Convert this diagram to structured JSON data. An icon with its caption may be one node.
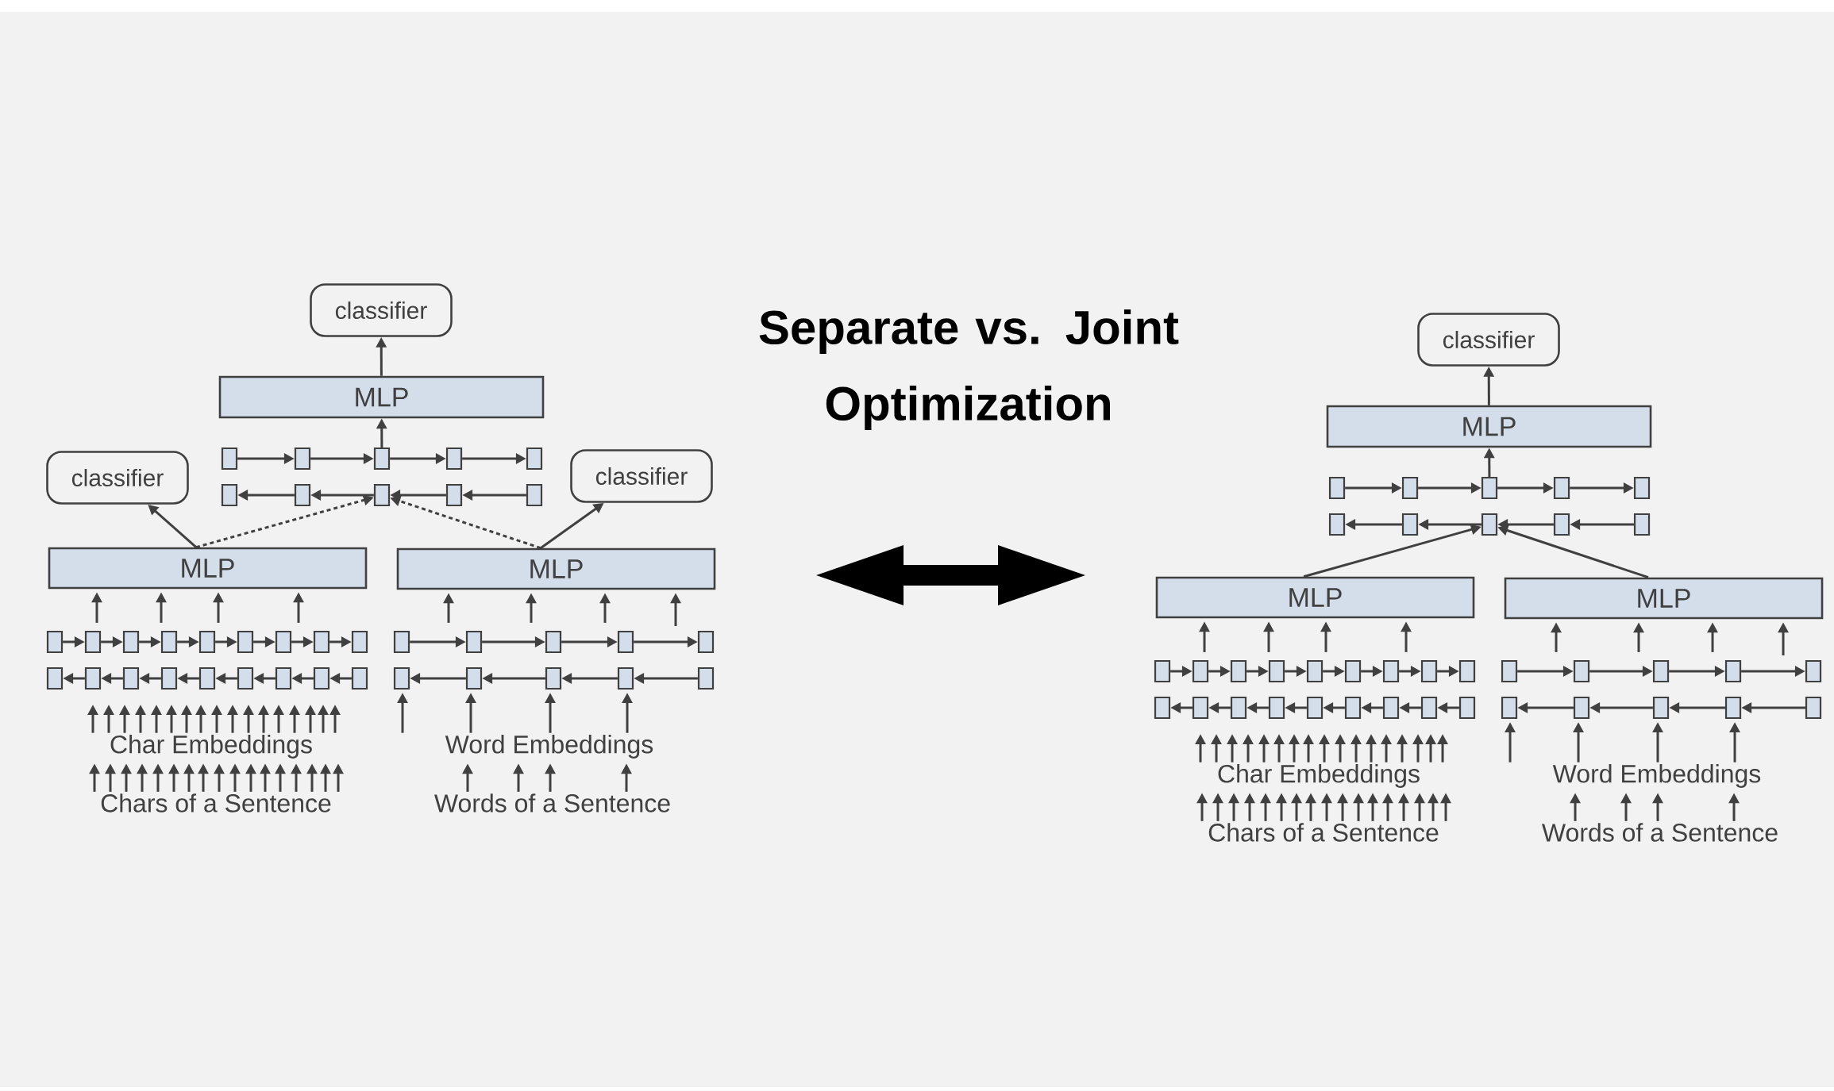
{
  "diagram": {
    "title": "Separate vs. Joint Optimization",
    "nodes": [
      {
        "text": [
          "classifier"
        ]
      },
      {
        "text": [
          "MLP"
        ]
      },
      {
        "text": [],
        "shape": "box"
      },
      {
        "text": [],
        "shape": "box"
      },
      {
        "text": [],
        "shape": "box"
      },
      {
        "text": [],
        "shape": "box"
      },
      {
        "text": [],
        "shape": "box"
      },
      {
        "text": [],
        "shape": "box"
      },
      {
        "text": [],
        "shape": "box"
      },
      {
        "text": [],
        "shape": "box"
      },
      {
        "text": [],
        "shape": "box"
      },
      {
        "text": [],
        "shape": "box"
      },
      {
        "text": [
          "classifier"
        ]
      },
      {
        "text": [
          "classifier"
        ]
      },
      {
        "text": [
          "MLP"
        ]
      },
      {
        "text": [
          "MLP"
        ]
      },
      {
        "text": [],
        "shape": "box"
      },
      {
        "text": [],
        "shape": "box"
      },
      {
        "text": [],
        "shape": "box"
      },
      {
        "text": [],
        "shape": "box"
      },
      {
        "text": [],
        "shape": "box"
      },
      {
        "text": [],
        "shape": "box"
      },
      {
        "text": [],
        "shape": "box"
      },
      {
        "text": [],
        "shape": "box"
      },
      {
        "text": [],
        "shape": "box"
      },
      {
        "text": [],
        "shape": "box"
      },
      {
        "text": [],
        "shape": "box"
      },
      {
        "text": [],
        "shape": "box"
      },
      {
        "text": [],
        "shape": "box"
      },
      {
        "text": [],
        "shape": "box"
      },
      {
        "text": [],
        "shape": "box"
      },
      {
        "text": [],
        "shape": "box"
      },
      {
        "text": [],
        "shape": "box"
      },
      {
        "text": [],
        "shape": "box"
      },
      {
        "text": [],
        "shape": "box"
      },
      {
        "text": [],
        "shape": "box"
      },
      {
        "text": [],
        "shape": "box"
      },
      {
        "text": [],
        "shape": "box"
      },
      {
        "text": [],
        "shape": "box"
      },
      {
        "text": [],
        "shape": "box"
      },
      {
        "text": [],
        "shape": "box"
      },
      {
        "text": [],
        "shape": "box"
      },
      {
        "text": [],
        "shape": "box"
      },
      {
        "text": [],
        "shape": "box"
      },
      {
        "text": [
          "Char Embeddings"
        ]
      },
      {
        "text": [
          "Word Embeddings"
        ]
      },
      {
        "text": [
          "Chars of a Sentence"
        ]
      },
      {
        "text": [
          "Words of a Sentence"
        ]
      },
      {
        "text": [
          "classifier"
        ]
      },
      {
        "text": [
          "MLP"
        ]
      },
      {
        "text": [],
        "shape": "box"
      },
      {
        "text": [],
        "shape": "box"
      },
      {
        "text": [],
        "shape": "box"
      },
      {
        "text": [],
        "shape": "box"
      },
      {
        "text": [],
        "shape": "box"
      },
      {
        "text": [],
        "shape": "box"
      },
      {
        "text": [],
        "shape": "box"
      },
      {
        "text": [],
        "shape": "box"
      },
      {
        "text": [],
        "shape": "box"
      },
      {
        "text": [],
        "shape": "box"
      },
      {
        "text": [
          "MLP"
        ]
      },
      {
        "text": [
          "MLP"
        ]
      },
      {
        "text": [],
        "shape": "box"
      },
      {
        "text": [],
        "shape": "box"
      },
      {
        "text": [],
        "shape": "box"
      },
      {
        "text": [],
        "shape": "box"
      },
      {
        "text": [],
        "shape": "box"
      },
      {
        "text": [],
        "shape": "box"
      },
      {
        "text": [],
        "shape": "box"
      },
      {
        "text": [],
        "shape": "box"
      },
      {
        "text": [],
        "shape": "box"
      },
      {
        "text": [],
        "shape": "box"
      },
      {
        "text": [],
        "shape": "box"
      },
      {
        "text": [],
        "shape": "box"
      },
      {
        "text": [],
        "shape": "box"
      },
      {
        "text": [],
        "shape": "box"
      },
      {
        "text": [],
        "shape": "box"
      },
      {
        "text": [],
        "shape": "box"
      },
      {
        "text": [],
        "shape": "box"
      },
      {
        "text": [],
        "shape": "box"
      },
      {
        "text": [],
        "shape": "box"
      },
      {
        "text": [],
        "shape": "box"
      },
      {
        "text": [],
        "shape": "box"
      },
      {
        "text": [],
        "shape": "box"
      },
      {
        "text": [],
        "shape": "box"
      },
      {
        "text": [],
        "shape": "box"
      },
      {
        "text": [],
        "shape": "box"
      },
      {
        "text": [],
        "shape": "box"
      },
      {
        "text": [],
        "shape": "box"
      },
      {
        "text": [],
        "shape": "box"
      },
      {
        "text": [
          "Char Embeddings"
        ]
      },
      {
        "text": [
          "Word Embeddings"
        ]
      },
      {
        "text": [
          "Chars of a Sentence"
        ]
      },
      {
        "text": [
          "Words of a Sentence"
        ]
      }
    ],
    "edges": [
      {
        "from": 1,
        "to": 0,
        "arrow": "to"
      },
      {
        "from": 4,
        "to": 1,
        "arrow": "to"
      },
      {
        "from": 14,
        "to": 12,
        "arrow": "to"
      },
      {
        "from": 15,
        "to": 13,
        "arrow": "to"
      },
      {
        "from": 14,
        "to": 9,
        "arrow": "to",
        "style": "dashed"
      },
      {
        "from": 15,
        "to": 9,
        "arrow": "to",
        "style": "dashed"
      },
      {
        "from": 2,
        "to": 3,
        "arrow": "to"
      },
      {
        "from": 3,
        "to": 4,
        "arrow": "to"
      },
      {
        "from": 4,
        "to": 5,
        "arrow": "to"
      },
      {
        "from": 5,
        "to": 6,
        "arrow": "to"
      },
      {
        "from": 8,
        "to": 7,
        "arrow": "to"
      },
      {
        "from": 9,
        "to": 8,
        "arrow": "to"
      },
      {
        "from": 10,
        "to": 9,
        "arrow": "to"
      },
      {
        "from": 11,
        "to": 10,
        "arrow": "to"
      },
      {
        "from": 16,
        "to": 17,
        "arrow": "to"
      },
      {
        "from": 17,
        "to": 18,
        "arrow": "to"
      },
      {
        "from": 18,
        "to": 19,
        "arrow": "to"
      },
      {
        "from": 19,
        "to": 20,
        "arrow": "to"
      },
      {
        "from": 20,
        "to": 21,
        "arrow": "to"
      },
      {
        "from": 21,
        "to": 22,
        "arrow": "to"
      },
      {
        "from": 22,
        "to": 23,
        "arrow": "to"
      },
      {
        "from": 23,
        "to": 24,
        "arrow": "to"
      },
      {
        "from": 26,
        "to": 25,
        "arrow": "to"
      },
      {
        "from": 27,
        "to": 26,
        "arrow": "to"
      },
      {
        "from": 28,
        "to": 27,
        "arrow": "to"
      },
      {
        "from": 29,
        "to": 28,
        "arrow": "to"
      },
      {
        "from": 30,
        "to": 29,
        "arrow": "to"
      },
      {
        "from": 31,
        "to": 30,
        "arrow": "to"
      },
      {
        "from": 32,
        "to": 31,
        "arrow": "to"
      },
      {
        "from": 33,
        "to": 32,
        "arrow": "to"
      },
      {
        "from": 34,
        "to": 35,
        "arrow": "to"
      },
      {
        "from": 35,
        "to": 36,
        "arrow": "to"
      },
      {
        "from": 36,
        "to": 37,
        "arrow": "to"
      },
      {
        "from": 37,
        "to": 38,
        "arrow": "to"
      },
      {
        "from": 40,
        "to": 39,
        "arrow": "to"
      },
      {
        "from": 41,
        "to": 40,
        "arrow": "to"
      },
      {
        "from": 42,
        "to": 41,
        "arrow": "to"
      },
      {
        "from": 43,
        "to": 42,
        "arrow": "to"
      },
      {
        "from": 17,
        "to": 14,
        "arrow": "to"
      },
      {
        "from": 19,
        "to": 14,
        "arrow": "to"
      },
      {
        "from": 20,
        "to": 14,
        "arrow": "to"
      },
      {
        "from": 22,
        "to": 14,
        "arrow": "to"
      },
      {
        "from": 35,
        "to": 15,
        "arrow": "to"
      },
      {
        "from": 36,
        "to": 15,
        "arrow": "to"
      },
      {
        "from": 37,
        "to": 15,
        "arrow": "to"
      },
      {
        "from": null,
        "to": 15,
        "arrow": "to"
      },
      {
        "from": 44,
        "to": null,
        "arrow": "to"
      },
      {
        "from": 44,
        "to": null,
        "arrow": "to"
      },
      {
        "from": 44,
        "to": null,
        "arrow": "to"
      },
      {
        "from": 44,
        "to": null,
        "arrow": "to"
      },
      {
        "from": 44,
        "to": null,
        "arrow": "to"
      },
      {
        "from": 44,
        "to": null,
        "arrow": "to"
      },
      {
        "from": 44,
        "to": null,
        "arrow": "to"
      },
      {
        "from": 44,
        "to": null,
        "arrow": "to"
      },
      {
        "from": 44,
        "to": null,
        "arrow": "to"
      },
      {
        "from": 44,
        "to": null,
        "arrow": "to"
      },
      {
        "from": 44,
        "to": null,
        "arrow": "to"
      },
      {
        "from": 44,
        "to": null,
        "arrow": "to"
      },
      {
        "from": 44,
        "to": null,
        "arrow": "to"
      },
      {
        "from": 44,
        "to": null,
        "arrow": "to"
      },
      {
        "from": 44,
        "to": null,
        "arrow": "to"
      },
      {
        "from": 44,
        "to": null,
        "arrow": "to"
      },
      {
        "from": 44,
        "to": null,
        "arrow": "to"
      },
      {
        "from": 46,
        "to": 44,
        "arrow": "to"
      },
      {
        "from": 46,
        "to": 44,
        "arrow": "to"
      },
      {
        "from": 46,
        "to": 44,
        "arrow": "to"
      },
      {
        "from": 46,
        "to": 44,
        "arrow": "to"
      },
      {
        "from": 46,
        "to": 44,
        "arrow": "to"
      },
      {
        "from": 46,
        "to": 44,
        "arrow": "to"
      },
      {
        "from": 46,
        "to": 44,
        "arrow": "to"
      },
      {
        "from": 46,
        "to": 44,
        "arrow": "to"
      },
      {
        "from": 46,
        "to": 44,
        "arrow": "to"
      },
      {
        "from": 46,
        "to": 44,
        "arrow": "to"
      },
      {
        "from": 46,
        "to": 44,
        "arrow": "to"
      },
      {
        "from": 46,
        "to": 44,
        "arrow": "to"
      },
      {
        "from": 46,
        "to": 44,
        "arrow": "to"
      },
      {
        "from": 46,
        "to": 44,
        "arrow": "to"
      },
      {
        "from": 46,
        "to": 44,
        "arrow": "to"
      },
      {
        "from": 46,
        "to": 44,
        "arrow": "to"
      },
      {
        "from": 46,
        "to": 44,
        "arrow": "to"
      },
      {
        "from": 45,
        "to": 39,
        "arrow": "to"
      },
      {
        "from": 45,
        "to": 40,
        "arrow": "to"
      },
      {
        "from": 45,
        "to": 41,
        "arrow": "to"
      },
      {
        "from": 45,
        "to": 42,
        "arrow": "to"
      },
      {
        "from": 47,
        "to": 45,
        "arrow": "to"
      },
      {
        "from": 47,
        "to": 45,
        "arrow": "to"
      },
      {
        "from": 47,
        "to": 45,
        "arrow": "to"
      },
      {
        "from": 47,
        "to": 45,
        "arrow": "to"
      },
      {
        "from": 49,
        "to": 48,
        "arrow": "to"
      },
      {
        "from": 52,
        "to": 49,
        "arrow": "to"
      },
      {
        "from": 60,
        "to": 57,
        "arrow": "to"
      },
      {
        "from": 61,
        "to": 57,
        "arrow": "to"
      },
      {
        "from": 50,
        "to": 51,
        "arrow": "to"
      },
      {
        "from": 51,
        "to": 52,
        "arrow": "to"
      },
      {
        "from": 52,
        "to": 53,
        "arrow": "to"
      },
      {
        "from": 53,
        "to": 54,
        "arrow": "to"
      },
      {
        "from": 56,
        "to": 55,
        "arrow": "to"
      },
      {
        "from": 57,
        "to": 56,
        "arrow": "to"
      },
      {
        "from": 58,
        "to": 57,
        "arrow": "to"
      },
      {
        "from": 59,
        "to": 58,
        "arrow": "to"
      },
      {
        "from": 62,
        "to": 63,
        "arrow": "to"
      },
      {
        "from": 63,
        "to": 64,
        "arrow": "to"
      },
      {
        "from": 64,
        "to": 65,
        "arrow": "to"
      },
      {
        "from": 65,
        "to": 66,
        "arrow": "to"
      },
      {
        "from": 66,
        "to": 67,
        "arrow": "to"
      },
      {
        "from": 67,
        "to": 68,
        "arrow": "to"
      },
      {
        "from": 68,
        "to": 69,
        "arrow": "to"
      },
      {
        "from": 69,
        "to": 70,
        "arrow": "to"
      },
      {
        "from": 72,
        "to": 71,
        "arrow": "to"
      },
      {
        "from": 73,
        "to": 72,
        "arrow": "to"
      },
      {
        "from": 74,
        "to": 73,
        "arrow": "to"
      },
      {
        "from": 75,
        "to": 74,
        "arrow": "to"
      },
      {
        "from": 76,
        "to": 75,
        "arrow": "to"
      },
      {
        "from": 77,
        "to": 76,
        "arrow": "to"
      },
      {
        "from": 78,
        "to": 77,
        "arrow": "to"
      },
      {
        "from": 79,
        "to": 78,
        "arrow": "to"
      },
      {
        "from": 80,
        "to": 81,
        "arrow": "to"
      },
      {
        "from": 81,
        "to": 82,
        "arrow": "to"
      },
      {
        "from": 82,
        "to": 83,
        "arrow": "to"
      },
      {
        "from": 83,
        "to": 84,
        "arrow": "to"
      },
      {
        "from": 86,
        "to": 85,
        "arrow": "to"
      },
      {
        "from": 87,
        "to": 86,
        "arrow": "to"
      },
      {
        "from": 88,
        "to": 87,
        "arrow": "to"
      },
      {
        "from": 89,
        "to": 88,
        "arrow": "to"
      },
      {
        "from": 63,
        "to": 60,
        "arrow": "to"
      },
      {
        "from": 65,
        "to": 60,
        "arrow": "to"
      },
      {
        "from": 66,
        "to": 60,
        "arrow": "to"
      },
      {
        "from": 68,
        "to": 60,
        "arrow": "to"
      },
      {
        "from": 81,
        "to": 61,
        "arrow": "to"
      },
      {
        "from": 82,
        "to": 61,
        "arrow": "to"
      },
      {
        "from": 83,
        "to": 61,
        "arrow": "to"
      },
      {
        "from": null,
        "to": 61,
        "arrow": "to"
      },
      {
        "from": 90,
        "to": null,
        "arrow": "to"
      },
      {
        "from": 90,
        "to": null,
        "arrow": "to"
      },
      {
        "from": 90,
        "to": null,
        "arrow": "to"
      },
      {
        "from": 90,
        "to": null,
        "arrow": "to"
      },
      {
        "from": 90,
        "to": null,
        "arrow": "to"
      },
      {
        "from": 90,
        "to": null,
        "arrow": "to"
      },
      {
        "from": 90,
        "to": null,
        "arrow": "to"
      },
      {
        "from": 90,
        "to": null,
        "arrow": "to"
      },
      {
        "from": 90,
        "to": null,
        "arrow": "to"
      },
      {
        "from": 90,
        "to": null,
        "arrow": "to"
      },
      {
        "from": 90,
        "to": null,
        "arrow": "to"
      },
      {
        "from": 90,
        "to": null,
        "arrow": "to"
      },
      {
        "from": 90,
        "to": null,
        "arrow": "to"
      },
      {
        "from": 90,
        "to": null,
        "arrow": "to"
      },
      {
        "from": 90,
        "to": null,
        "arrow": "to"
      },
      {
        "from": 90,
        "to": null,
        "arrow": "to"
      },
      {
        "from": 90,
        "to": null,
        "arrow": "to"
      },
      {
        "from": 92,
        "to": 90,
        "arrow": "to"
      },
      {
        "from": 92,
        "to": 90,
        "arrow": "to"
      },
      {
        "from": 92,
        "to": 90,
        "arrow": "to"
      },
      {
        "from": 92,
        "to": 90,
        "arrow": "to"
      },
      {
        "from": 92,
        "to": 90,
        "arrow": "to"
      },
      {
        "from": 92,
        "to": 90,
        "arrow": "to"
      },
      {
        "from": 92,
        "to": 90,
        "arrow": "to"
      },
      {
        "from": 92,
        "to": 90,
        "arrow": "to"
      },
      {
        "from": 92,
        "to": 90,
        "arrow": "to"
      },
      {
        "from": 92,
        "to": 90,
        "arrow": "to"
      },
      {
        "from": 92,
        "to": 90,
        "arrow": "to"
      },
      {
        "from": 92,
        "to": 90,
        "arrow": "to"
      },
      {
        "from": 92,
        "to": 90,
        "arrow": "to"
      },
      {
        "from": 92,
        "to": 90,
        "arrow": "to"
      },
      {
        "from": 92,
        "to": 90,
        "arrow": "to"
      },
      {
        "from": 92,
        "to": 90,
        "arrow": "to"
      },
      {
        "from": 92,
        "to": 90,
        "arrow": "to"
      },
      {
        "from": 91,
        "to": 85,
        "arrow": "to"
      },
      {
        "from": 91,
        "to": 86,
        "arrow": "to"
      },
      {
        "from": 91,
        "to": 87,
        "arrow": "to"
      },
      {
        "from": 91,
        "to": 88,
        "arrow": "to"
      },
      {
        "from": 93,
        "to": 91,
        "arrow": "to"
      },
      {
        "from": 93,
        "to": 91,
        "arrow": "to"
      },
      {
        "from": 93,
        "to": 91,
        "arrow": "to"
      },
      {
        "from": 93,
        "to": 91,
        "arrow": "to"
      }
    ]
  }
}
